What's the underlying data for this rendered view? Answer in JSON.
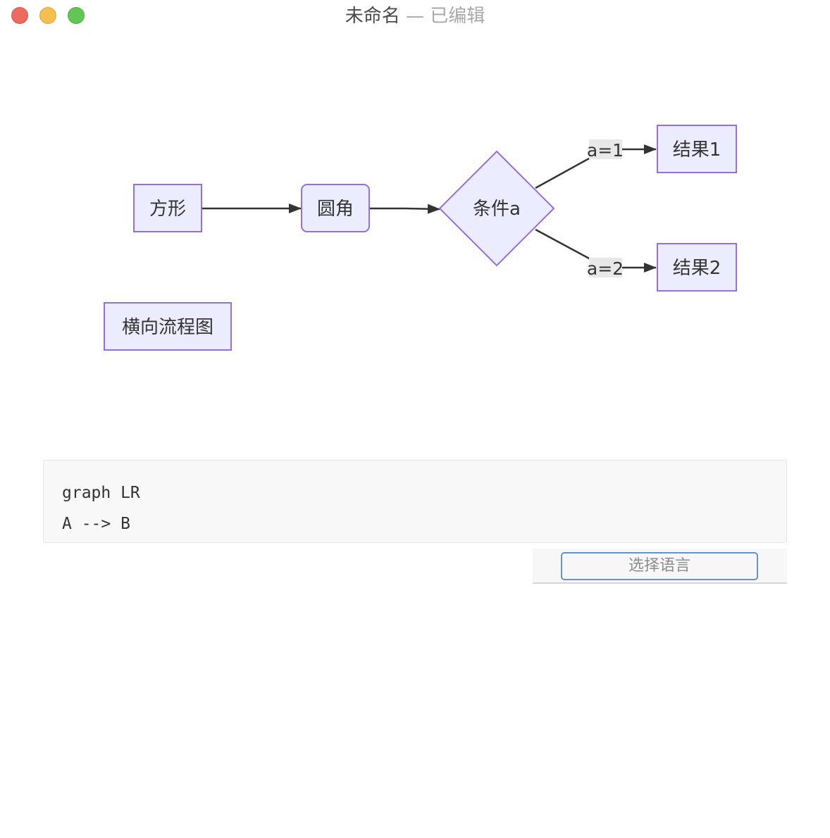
{
  "window": {
    "title": "未命名",
    "edited_status": " — 已编辑"
  },
  "diagram": {
    "nodes": {
      "square": "方形",
      "rounded": "圆角",
      "condition": "条件a",
      "result1": "结果1",
      "result2": "结果2",
      "title_box": "横向流程图"
    },
    "edges": {
      "a1": "a=1",
      "a2": "a=2"
    },
    "colors": {
      "node_fill": "#ececff",
      "node_stroke": "#9370db",
      "edge": "#333333",
      "edge_label_bg": "#e8e8e8"
    }
  },
  "code_block": {
    "lines": [
      "graph LR",
      "A --> B"
    ]
  },
  "language_selector": {
    "placeholder": "选择语言"
  }
}
